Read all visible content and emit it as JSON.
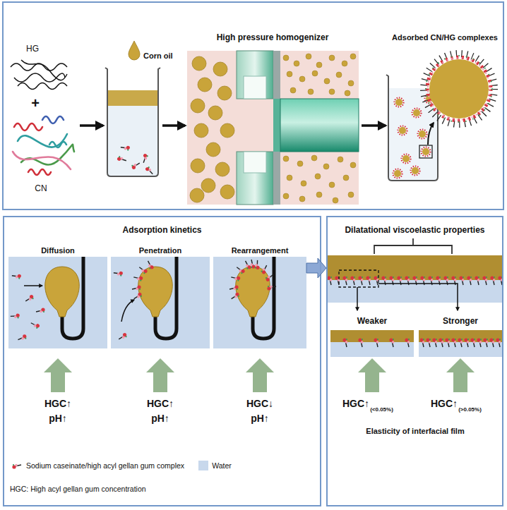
{
  "diagram": {
    "nodes": [
      {
        "text": [
          "Adsorption kinetics"
        ]
      },
      {
        "text": [
          "Diffusion"
        ],
        "in": 0
      },
      {
        "text": [
          "Penetration"
        ],
        "in": 0
      },
      {
        "text": [
          "Rearrangement"
        ],
        "in": 0
      },
      {
        "text": [
          "Dilatational viscoelastic properties"
        ]
      },
      {
        "text": [
          "Weaker"
        ],
        "in": 4
      },
      {
        "text": [
          "Stronger"
        ],
        "in": 4
      }
    ],
    "edges": [
      {
        "from": 3,
        "to": 4,
        "arrow": "to"
      }
    ],
    "labels": [
      "HG",
      "+",
      "CN",
      "Corn oil",
      "High pressure homogenizer",
      "Adsorbed CN/HG complexes",
      "HGC↑",
      "pH↑",
      "HGC↑",
      "pH↑",
      "HGC↓",
      "pH↑",
      "HGC: High acyl gellan gum concentration",
      "HGC↑",
      "(<0.05%)",
      "HGC↑",
      "(>0.05%)",
      "Elasticity of interfacial film"
    ],
    "legend": [
      {
        "text": "Sodium caseinate/high acyl gellan gum complex"
      },
      {
        "text": "Water",
        "color": "#c8d8ec"
      }
    ]
  }
}
